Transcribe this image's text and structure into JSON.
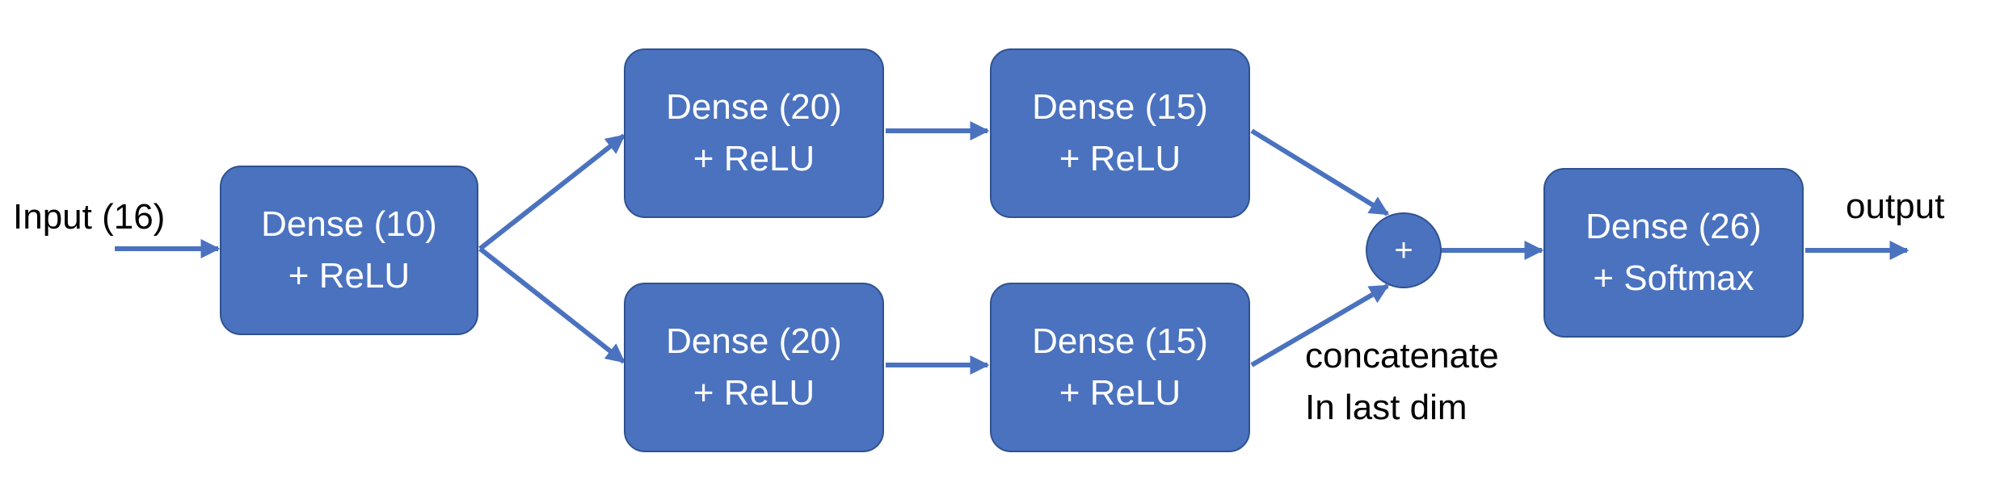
{
  "colors": {
    "box_fill": "#4a72bf",
    "box_border": "#2f528f",
    "arrow": "#4a72bf",
    "box_text": "#ffffff",
    "label_text": "#000000"
  },
  "input_label": "Input (16)",
  "output_label": "output",
  "concat_note": [
    "concatenate",
    "In last dim"
  ],
  "merge_symbol": "+",
  "blocks": {
    "dense10": [
      "Dense (10)",
      "+ ReLU"
    ],
    "top20": [
      "Dense (20)",
      "+ ReLU"
    ],
    "top15": [
      "Dense (15)",
      "+ ReLU"
    ],
    "bot20": [
      "Dense (20)",
      "+ ReLU"
    ],
    "bot15": [
      "Dense (15)",
      "+ ReLU"
    ],
    "dense26": [
      "Dense (26)",
      "+ Softmax"
    ]
  }
}
